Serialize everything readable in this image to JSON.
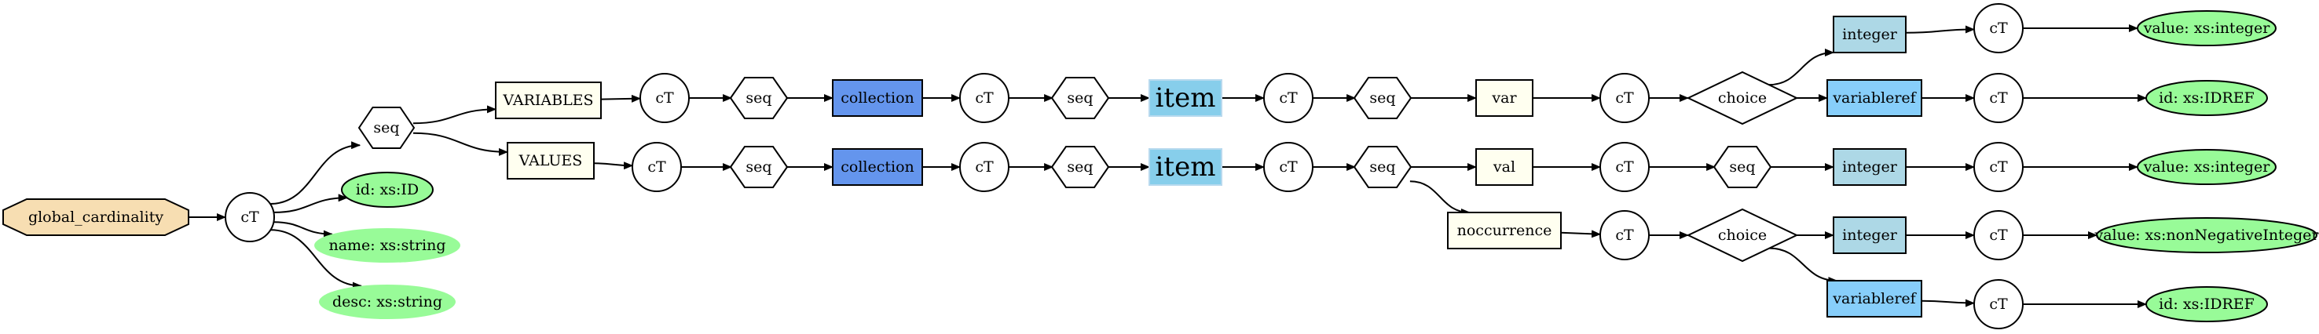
{
  "diagram": {
    "colors": {
      "root_fill": "#f7deb2",
      "element_fill": "#fffff0",
      "collection_fill": "#6495ed",
      "item_fill": "#87ceeb",
      "integer_fill": "#add8e6",
      "variableref_fill": "#87cefa",
      "attribute_fill": "#98fb98",
      "ct_fill": "#ffffff"
    },
    "nodes": [
      {
        "id": "root",
        "label": "global_cardinality",
        "kind": "root"
      },
      {
        "id": "ct0",
        "label": "cT",
        "kind": "ct"
      },
      {
        "id": "seq0",
        "label": "seq",
        "kind": "seq"
      },
      {
        "id": "id0",
        "label": "id: xs:ID",
        "kind": "attr"
      },
      {
        "id": "name0",
        "label": "name: xs:string",
        "kind": "attr_plain"
      },
      {
        "id": "desc0",
        "label": "desc: xs:string",
        "kind": "attr_plain"
      },
      {
        "id": "variables",
        "label": "VARIABLES",
        "kind": "element"
      },
      {
        "id": "ct1",
        "label": "cT",
        "kind": "ct"
      },
      {
        "id": "seq1",
        "label": "seq",
        "kind": "seq"
      },
      {
        "id": "coll1",
        "label": "collection",
        "kind": "collection"
      },
      {
        "id": "ct2",
        "label": "cT",
        "kind": "ct"
      },
      {
        "id": "seq2",
        "label": "seq",
        "kind": "seq"
      },
      {
        "id": "item1",
        "label": "item",
        "kind": "item"
      },
      {
        "id": "ct3",
        "label": "cT",
        "kind": "ct"
      },
      {
        "id": "seq3",
        "label": "seq",
        "kind": "seq"
      },
      {
        "id": "var",
        "label": "var",
        "kind": "element"
      },
      {
        "id": "ct4",
        "label": "cT",
        "kind": "ct"
      },
      {
        "id": "choice1",
        "label": "choice",
        "kind": "choice"
      },
      {
        "id": "int1",
        "label": "integer",
        "kind": "integer"
      },
      {
        "id": "ct5",
        "label": "cT",
        "kind": "ct"
      },
      {
        "id": "val1",
        "label": "value: xs:integer",
        "kind": "attr"
      },
      {
        "id": "vref1",
        "label": "variableref",
        "kind": "variableref"
      },
      {
        "id": "ct6",
        "label": "cT",
        "kind": "ct"
      },
      {
        "id": "idref1",
        "label": "id: xs:IDREF",
        "kind": "attr"
      },
      {
        "id": "values",
        "label": "VALUES",
        "kind": "element"
      },
      {
        "id": "ct7",
        "label": "cT",
        "kind": "ct"
      },
      {
        "id": "seq4",
        "label": "seq",
        "kind": "seq"
      },
      {
        "id": "coll2",
        "label": "collection",
        "kind": "collection"
      },
      {
        "id": "ct8",
        "label": "cT",
        "kind": "ct"
      },
      {
        "id": "seq5",
        "label": "seq",
        "kind": "seq"
      },
      {
        "id": "item2",
        "label": "item",
        "kind": "item"
      },
      {
        "id": "ct9",
        "label": "cT",
        "kind": "ct"
      },
      {
        "id": "seq6",
        "label": "seq",
        "kind": "seq"
      },
      {
        "id": "val",
        "label": "val",
        "kind": "element"
      },
      {
        "id": "ct10",
        "label": "cT",
        "kind": "ct"
      },
      {
        "id": "seq7",
        "label": "seq",
        "kind": "seq"
      },
      {
        "id": "int2",
        "label": "integer",
        "kind": "integer"
      },
      {
        "id": "ct11",
        "label": "cT",
        "kind": "ct"
      },
      {
        "id": "val2",
        "label": "value: xs:integer",
        "kind": "attr"
      },
      {
        "id": "nocc",
        "label": "noccurrence",
        "kind": "element"
      },
      {
        "id": "ct12",
        "label": "cT",
        "kind": "ct"
      },
      {
        "id": "choice2",
        "label": "choice",
        "kind": "choice"
      },
      {
        "id": "int3",
        "label": "integer",
        "kind": "integer"
      },
      {
        "id": "ct13",
        "label": "cT",
        "kind": "ct"
      },
      {
        "id": "val3",
        "label": "value: xs:nonNegativeInteger",
        "kind": "attr"
      },
      {
        "id": "vref2",
        "label": "variableref",
        "kind": "variableref"
      },
      {
        "id": "ct14",
        "label": "cT",
        "kind": "ct"
      },
      {
        "id": "idref2",
        "label": "id: xs:IDREF",
        "kind": "attr"
      }
    ],
    "edges": [
      [
        "root",
        "ct0"
      ],
      [
        "ct0",
        "seq0"
      ],
      [
        "ct0",
        "id0"
      ],
      [
        "ct0",
        "name0"
      ],
      [
        "ct0",
        "desc0"
      ],
      [
        "seq0",
        "variables"
      ],
      [
        "seq0",
        "values"
      ],
      [
        "variables",
        "ct1"
      ],
      [
        "ct1",
        "seq1"
      ],
      [
        "seq1",
        "coll1"
      ],
      [
        "coll1",
        "ct2"
      ],
      [
        "ct2",
        "seq2"
      ],
      [
        "seq2",
        "item1"
      ],
      [
        "item1",
        "ct3"
      ],
      [
        "ct3",
        "seq3"
      ],
      [
        "seq3",
        "var"
      ],
      [
        "var",
        "ct4"
      ],
      [
        "ct4",
        "choice1"
      ],
      [
        "choice1",
        "int1"
      ],
      [
        "choice1",
        "vref1"
      ],
      [
        "int1",
        "ct5"
      ],
      [
        "ct5",
        "val1"
      ],
      [
        "vref1",
        "ct6"
      ],
      [
        "ct6",
        "idref1"
      ],
      [
        "values",
        "ct7"
      ],
      [
        "ct7",
        "seq4"
      ],
      [
        "seq4",
        "coll2"
      ],
      [
        "coll2",
        "ct8"
      ],
      [
        "ct8",
        "seq5"
      ],
      [
        "seq5",
        "item2"
      ],
      [
        "item2",
        "ct9"
      ],
      [
        "ct9",
        "seq6"
      ],
      [
        "seq6",
        "val"
      ],
      [
        "seq6",
        "nocc"
      ],
      [
        "val",
        "ct10"
      ],
      [
        "ct10",
        "seq7"
      ],
      [
        "seq7",
        "int2"
      ],
      [
        "int2",
        "ct11"
      ],
      [
        "ct11",
        "val2"
      ],
      [
        "nocc",
        "ct12"
      ],
      [
        "ct12",
        "choice2"
      ],
      [
        "choice2",
        "int3"
      ],
      [
        "choice2",
        "vref2"
      ],
      [
        "int3",
        "ct13"
      ],
      [
        "ct13",
        "val3"
      ],
      [
        "vref2",
        "ct14"
      ],
      [
        "ct14",
        "idref2"
      ]
    ]
  }
}
